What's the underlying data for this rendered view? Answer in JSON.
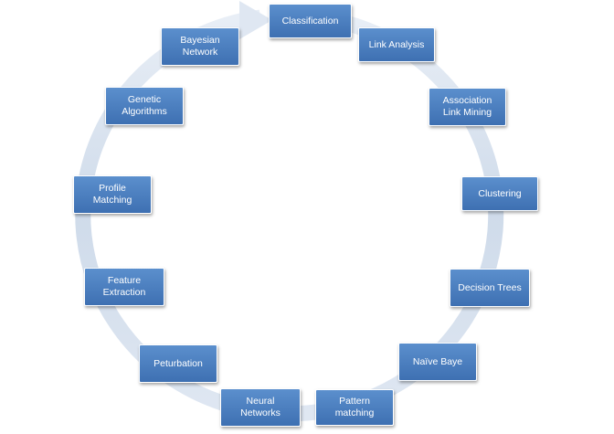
{
  "diagram": {
    "colors": {
      "node_fill": "#4a7fc1",
      "node_border": "#ffffff",
      "node_text": "#ffffff",
      "ring": "#d6e0ee"
    },
    "cycle_direction": "clockwise",
    "nodes": [
      {
        "label": "Classification"
      },
      {
        "label": "Link Analysis"
      },
      {
        "label": "Association\nLink Mining"
      },
      {
        "label": "Clustering"
      },
      {
        "label": "Decision Trees"
      },
      {
        "label": "Naïve Baye"
      },
      {
        "label": "Pattern\nmatching"
      },
      {
        "label": "Neural\nNetworks"
      },
      {
        "label": "Peturbation"
      },
      {
        "label": "Feature\nExtraction"
      },
      {
        "label": "Profile\nMatching"
      },
      {
        "label": "Genetic\nAlgorithms"
      },
      {
        "label": "Bayesian\nNetwork"
      }
    ]
  }
}
